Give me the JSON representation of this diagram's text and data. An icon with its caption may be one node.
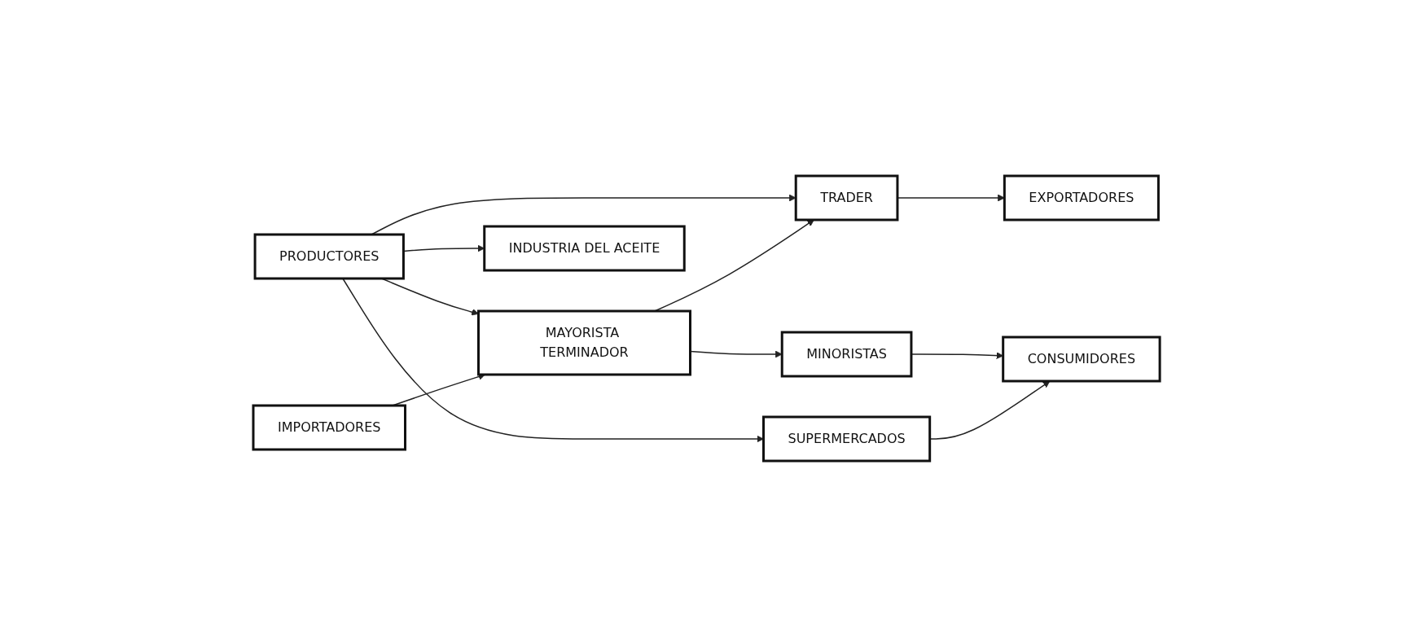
{
  "diagram": {
    "nodes": [
      {
        "text": [
          "MAYORISTA TERMINADOR"
        ]
      },
      {
        "text": [
          "IMPORTADORES"
        ]
      },
      {
        "text": [
          "TRADER"
        ]
      },
      {
        "text": [
          "MINORISTAS"
        ]
      },
      {
        "text": [
          "PRODUCTORES"
        ]
      },
      {
        "text": [
          "SUPERMERCADOS"
        ]
      },
      {
        "text": [
          "CONSUMIDORES"
        ]
      },
      {
        "text": [
          "INDUSTRIA DEL ACEITE"
        ]
      },
      {
        "text": [
          "EXPORTADORES"
        ]
      }
    ],
    "edges": [
      {
        "from": 4,
        "to": 0,
        "arrow": "to"
      },
      {
        "from": 4,
        "to": 2,
        "arrow": "to"
      },
      {
        "from": 4,
        "to": 5,
        "arrow": "to"
      },
      {
        "from": 4,
        "to": 7,
        "arrow": "to"
      },
      {
        "from": 1,
        "to": 0,
        "arrow": "to"
      },
      {
        "from": 0,
        "to": 2,
        "arrow": "to"
      },
      {
        "from": 0,
        "to": 3,
        "arrow": "to"
      },
      {
        "from": 2,
        "to": 8,
        "arrow": "to"
      },
      {
        "from": 3,
        "to": 6,
        "arrow": "to"
      },
      {
        "from": 5,
        "to": 6,
        "arrow": "to"
      }
    ]
  }
}
